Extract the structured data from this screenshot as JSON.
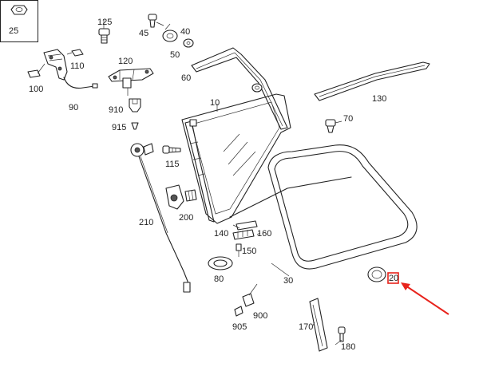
{
  "inset": {
    "label": "25"
  },
  "labels": {
    "p10": "10",
    "p20": "20",
    "p30": "30",
    "p40": "40",
    "p45": "45",
    "p50": "50",
    "p60": "60",
    "p70": "70",
    "p80": "80",
    "p90": "90",
    "p100": "100",
    "p110": "110",
    "p115": "115",
    "p120": "120",
    "p125": "125",
    "p130": "130",
    "p140": "140",
    "p150": "150",
    "p160": "160",
    "p170": "170",
    "p180": "180",
    "p200": "200",
    "p210": "210",
    "p900": "900",
    "p905": "905",
    "p910": "910",
    "p915": "915"
  },
  "highlight": {
    "target": "20",
    "color": "#e8231c",
    "arrow_color": "#e8231c"
  },
  "colors": {
    "line": "#222222",
    "background": "#ffffff"
  }
}
